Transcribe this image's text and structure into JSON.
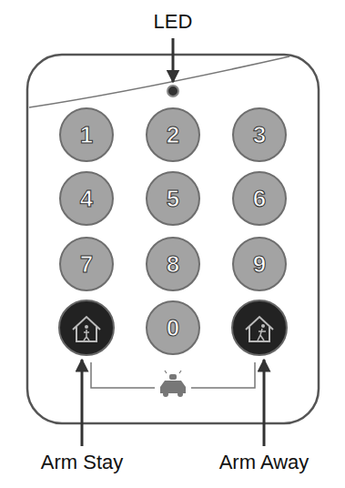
{
  "diagram": {
    "nodes": [
      {
        "text": [
          "1"
        ]
      },
      {
        "text": [
          "2"
        ]
      },
      {
        "text": [
          "3"
        ]
      },
      {
        "text": [
          "4"
        ]
      },
      {
        "text": [
          "5"
        ]
      },
      {
        "text": [
          "6"
        ]
      },
      {
        "text": [
          "7"
        ]
      },
      {
        "text": [
          "8"
        ]
      },
      {
        "text": [
          "9"
        ]
      },
      {
        "text": [
          "0"
        ]
      }
    ],
    "labels": [
      "LED",
      "Arm Stay",
      "Arm Away"
    ]
  }
}
